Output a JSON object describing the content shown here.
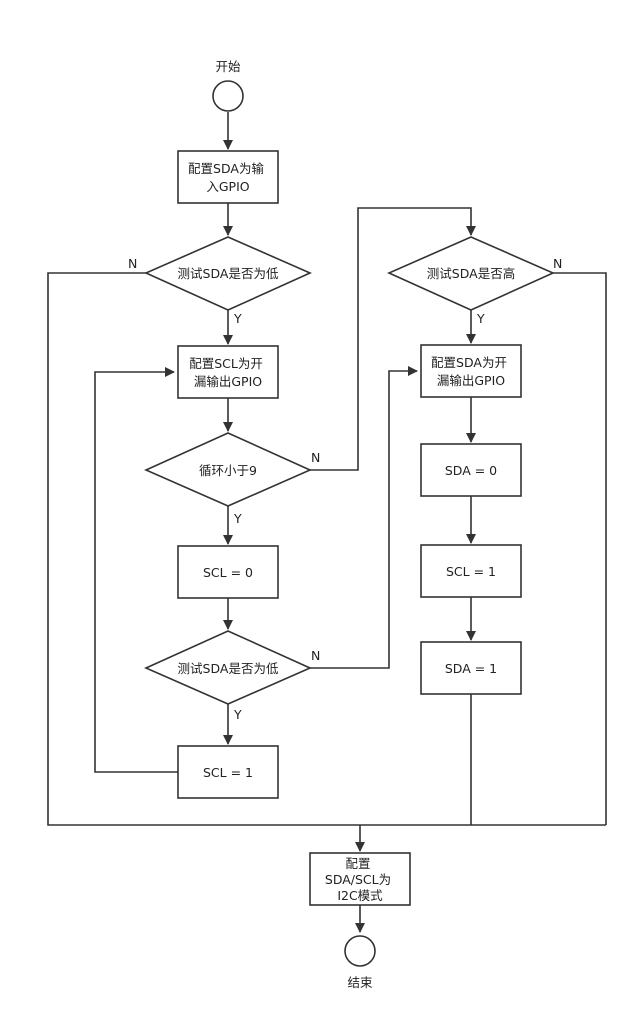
{
  "terminals": {
    "start": "开始",
    "end": "结束"
  },
  "nodes": {
    "cfg_sda_input": [
      "配置SDA为输",
      "入GPIO"
    ],
    "test_sda_low_1": "测试SDA是否为低",
    "cfg_scl_od": [
      "配置SCL为开",
      "漏输出GPIO"
    ],
    "loop_lt_9": "循环小于9",
    "scl_0": "SCL = 0",
    "test_sda_low_2": "测试SDA是否为低",
    "scl_1_left": "SCL = 1",
    "test_sda_high": "测试SDA是否高",
    "cfg_sda_od": [
      "配置SDA为开",
      "漏输出GPIO"
    ],
    "sda_0": "SDA = 0",
    "scl_1_right": "SCL = 1",
    "sda_1": "SDA = 1",
    "cfg_i2c": [
      "配置",
      "SDA/SCL为",
      "I2C模式"
    ]
  },
  "edge_labels": {
    "yes": "Y",
    "no": "N"
  },
  "colors": {
    "stroke": "#333333",
    "fill": "#ffffff",
    "text": "#222222"
  }
}
